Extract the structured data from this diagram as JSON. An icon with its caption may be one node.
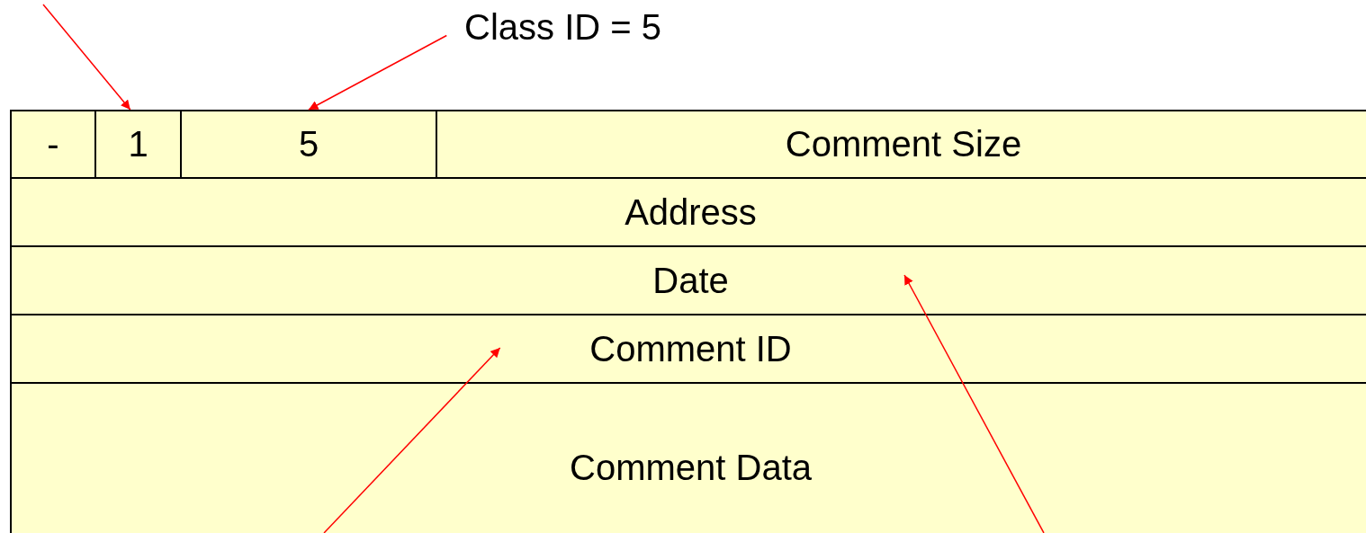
{
  "diagram": {
    "nodes": [
      {
        "text": [
          "Class ID = 5"
        ]
      },
      {
        "text": [
          "-"
        ]
      },
      {
        "text": [
          "1"
        ]
      },
      {
        "text": [
          "5"
        ]
      },
      {
        "text": [
          "Comment Size"
        ]
      },
      {
        "text": [
          "Address"
        ]
      },
      {
        "text": [
          "Date"
        ]
      },
      {
        "text": [
          "Comment ID"
        ]
      },
      {
        "text": [
          "Comment Data"
        ]
      }
    ],
    "edges": [
      {
        "from": null,
        "to": 2,
        "arrow": "to"
      },
      {
        "from": 0,
        "to": 3,
        "arrow": "to"
      },
      {
        "from": 8,
        "to": 7,
        "arrow": "to"
      },
      {
        "from": 8,
        "to": 6,
        "arrow": "to"
      }
    ]
  }
}
